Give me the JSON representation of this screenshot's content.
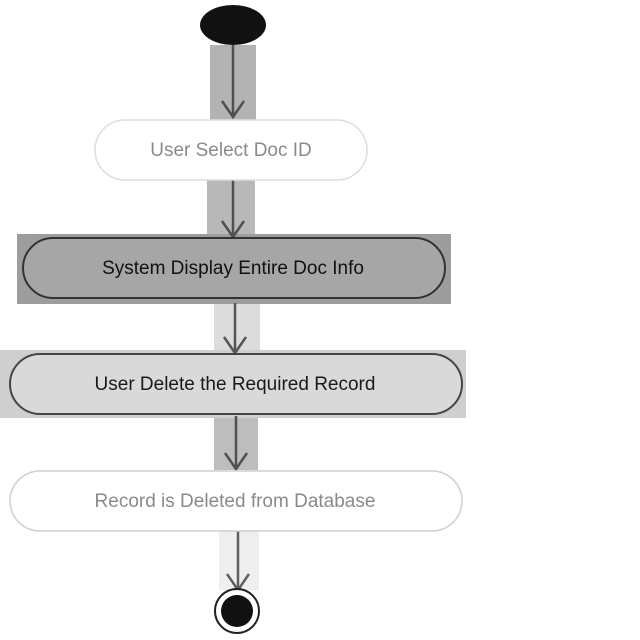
{
  "diagram": {
    "type": "uml-activity",
    "nodes": [
      {
        "id": "start",
        "kind": "initial"
      },
      {
        "id": "a1",
        "kind": "action",
        "label": "User Select Doc ID",
        "emphasis": "faded"
      },
      {
        "id": "a2",
        "kind": "action",
        "label": "System Display Entire Doc Info",
        "emphasis": "strong"
      },
      {
        "id": "a3",
        "kind": "action",
        "label": "User Delete the Required Record",
        "emphasis": "medium"
      },
      {
        "id": "a4",
        "kind": "action",
        "label": "Record is Deleted from Database",
        "emphasis": "faded"
      },
      {
        "id": "end",
        "kind": "final"
      }
    ],
    "edges": [
      {
        "from": "start",
        "to": "a1"
      },
      {
        "from": "a1",
        "to": "a2"
      },
      {
        "from": "a2",
        "to": "a3"
      },
      {
        "from": "a3",
        "to": "a4"
      },
      {
        "from": "a4",
        "to": "end"
      }
    ],
    "colors": {
      "node_dark": "#111111",
      "highlight_strong": "#9d9d9d",
      "highlight_medium": "#cfcfcf",
      "highlight_light": "#e8e8e8",
      "stroke": "#555555",
      "text_strong": "#111111",
      "text_faded": "#8a8a8a"
    }
  }
}
